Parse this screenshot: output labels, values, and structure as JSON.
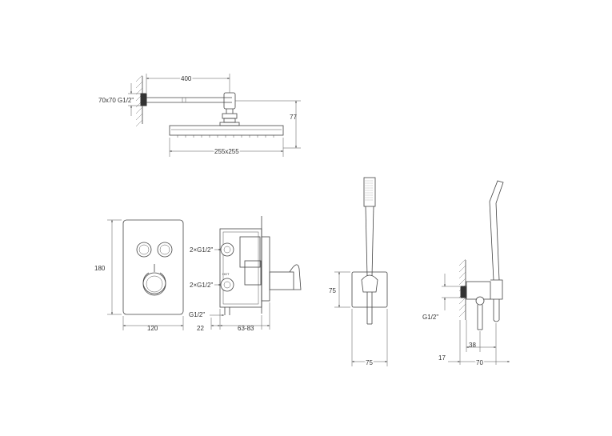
{
  "overhead_shower": {
    "arm_length": "400",
    "flange": "70x70 G1/2\"",
    "height": "77",
    "head_size": "255x255"
  },
  "thermostat_panel": {
    "height": "180",
    "width": "120"
  },
  "mixer_body": {
    "outlets": "2×G1/2\"",
    "inlets": "2×G1/2\"",
    "inlet_label": "G1/2\"",
    "depth_fixed": "22",
    "depth_range": "63-83",
    "hot_mark": "HOT"
  },
  "hand_shower_front": {
    "height": "75",
    "width": "75"
  },
  "hand_shower_side": {
    "thread": "G1/2\"",
    "offset": "38",
    "depth": "70",
    "wall_gap": "17"
  }
}
